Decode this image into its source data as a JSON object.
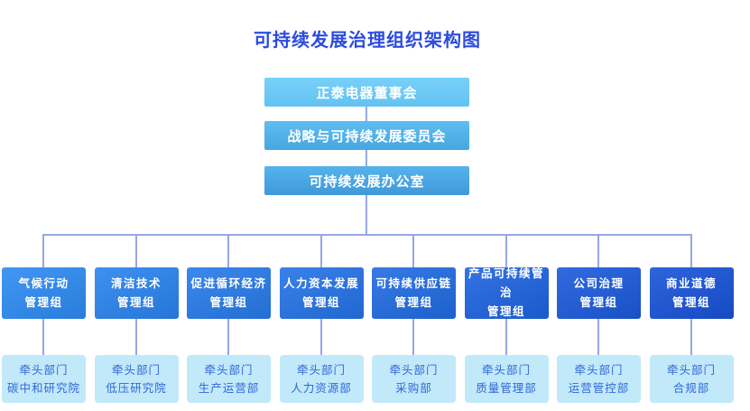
{
  "title": "可持续发展治理组织架构图",
  "top_nodes": [
    {
      "label": "正泰电器董事会"
    },
    {
      "label": "战略与可持续发展委员会"
    },
    {
      "label": "可持续发展办公室"
    }
  ],
  "groups": [
    {
      "line1": "气候行动",
      "line2": "管理组",
      "lead_label": "牵头部门",
      "lead_dept": "碳中和研究院"
    },
    {
      "line1": "清洁技术",
      "line2": "管理组",
      "lead_label": "牵头部门",
      "lead_dept": "低压研究院"
    },
    {
      "line1": "促进循环经济",
      "line2": "管理组",
      "lead_label": "牵头部门",
      "lead_dept": "生产运营部"
    },
    {
      "line1": "人力资本发展",
      "line2": "管理组",
      "lead_label": "牵头部门",
      "lead_dept": "人力资源部"
    },
    {
      "line1": "可持续供应链",
      "line2": "管理组",
      "lead_label": "牵头部门",
      "lead_dept": "采购部"
    },
    {
      "line1": "产品可持续管治",
      "line2": "管理组",
      "lead_label": "牵头部门",
      "lead_dept": "质量管理部"
    },
    {
      "line1": "公司治理",
      "line2": "管理组",
      "lead_label": "牵头部门",
      "lead_dept": "运营管控部"
    },
    {
      "line1": "商业道德",
      "line2": "管理组",
      "lead_label": "牵头部门",
      "lead_dept": "合规部"
    }
  ],
  "colors": {
    "title_text": "#2B4BE0",
    "connector_line": "#97A7E5",
    "top_box_1": [
      "#79D0F8",
      "#63C2F2"
    ],
    "top_box_2": [
      "#5FBDF0",
      "#47A6E0"
    ],
    "top_box_3": [
      "#55B3EC",
      "#3F99DA"
    ],
    "group_box_left": "#3489E6",
    "group_box_right": "#2156CE",
    "lead_box_bg": "#C2E9FA",
    "lead_box_text": "#2E68D6"
  }
}
